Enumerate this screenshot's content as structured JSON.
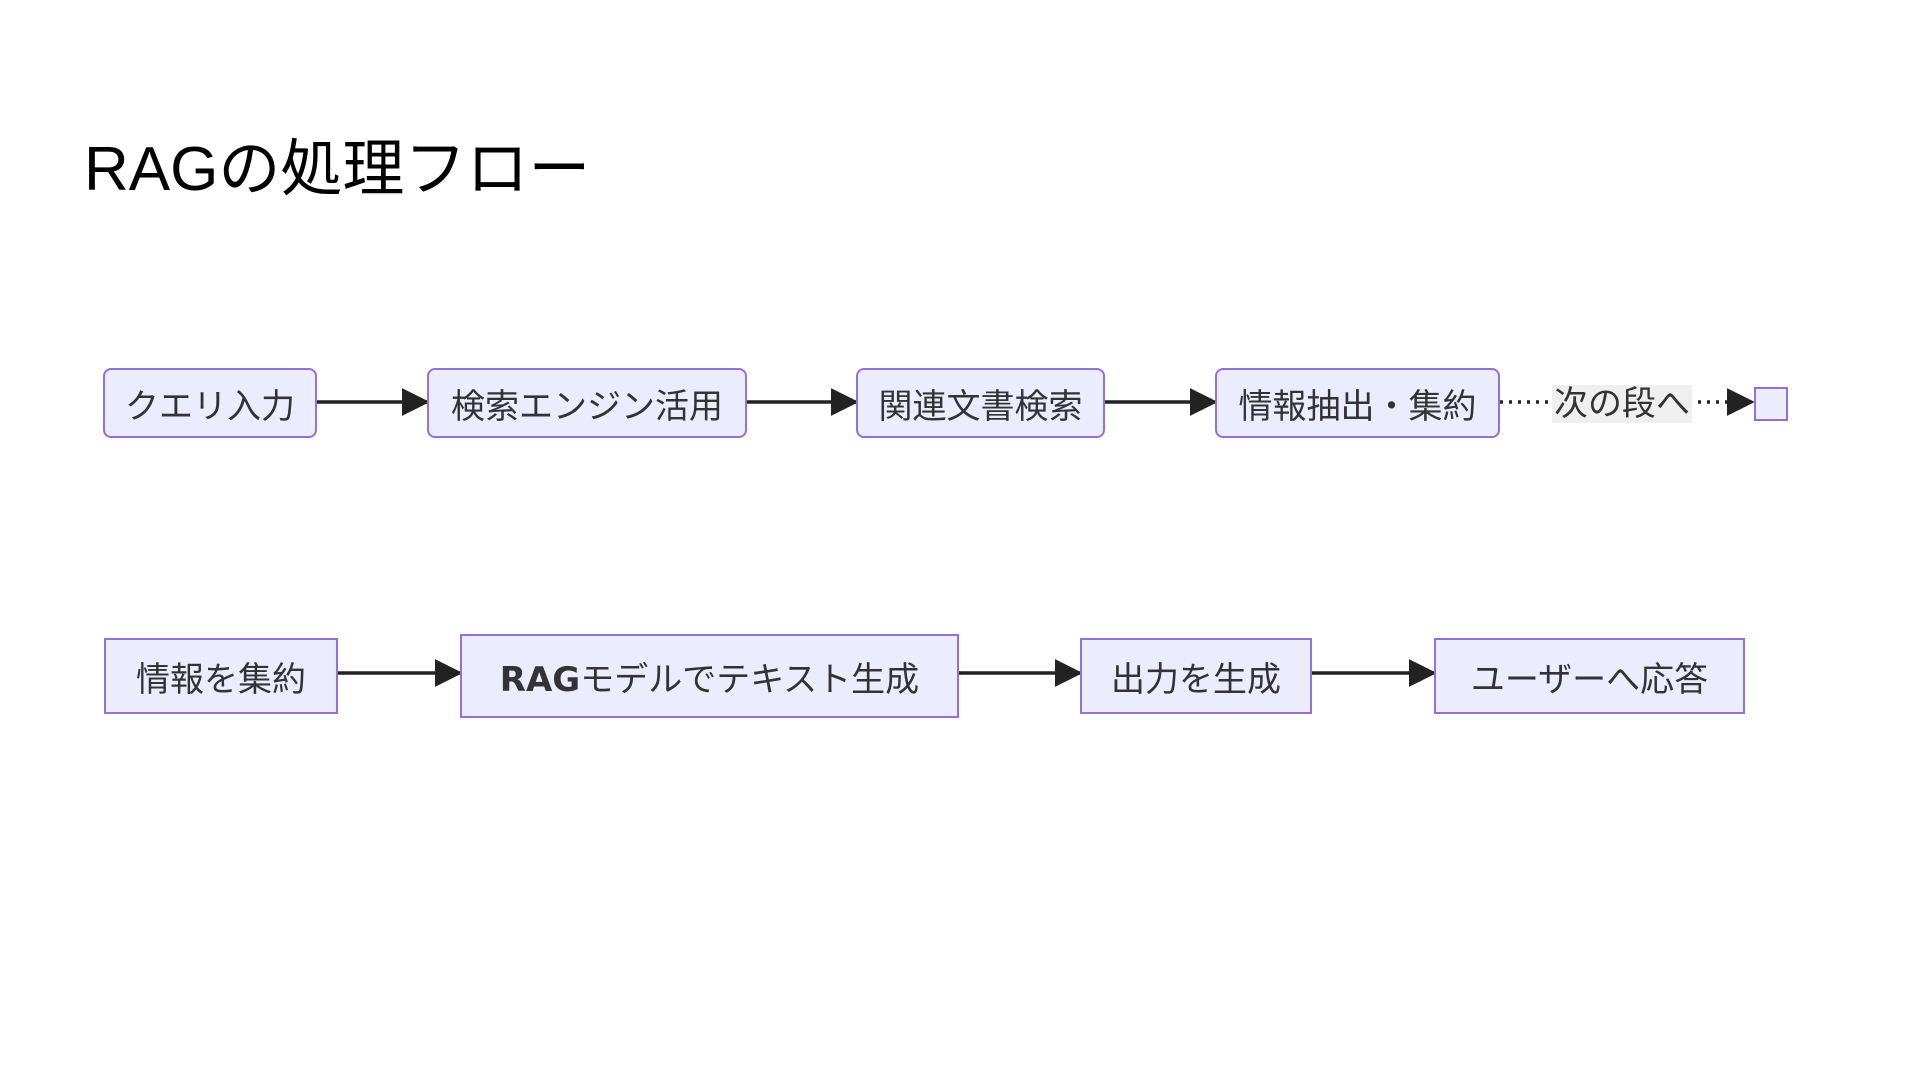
{
  "slide": {
    "title": "RAGの処理フロー"
  },
  "flow1": {
    "nodes": [
      "クエリ入力",
      "検索エンジン活用",
      "関連文書検索",
      "情報抽出・集約"
    ],
    "edge_label": "次の段へ"
  },
  "flow2": {
    "nodes": [
      "情報を集約",
      "RAG",
      "モデルでテキスト生成",
      "出力を生成",
      "ユーザーへ応答"
    ]
  },
  "colors": {
    "node_fill": "#ECECFF",
    "node_border": "#9370DB",
    "edge": "#222222",
    "label_bg": "#EFEFEF"
  }
}
